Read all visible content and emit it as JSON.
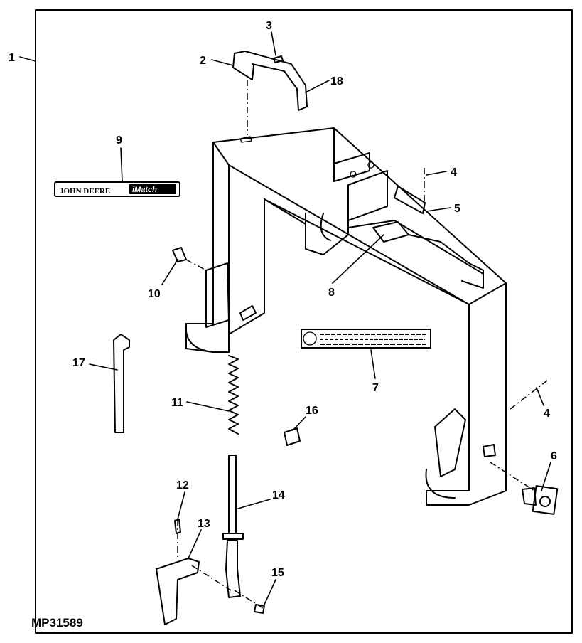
{
  "figure_id": "MP31589",
  "callouts": [
    "1",
    "2",
    "3",
    "18",
    "9",
    "4",
    "5",
    "8",
    "10",
    "7",
    "17",
    "11",
    "16",
    "4",
    "6",
    "12",
    "14",
    "13",
    "15"
  ],
  "decal_9_logo": "JOHN DEERE iMatch",
  "colors": {
    "line": "#000000",
    "background": "#ffffff"
  }
}
